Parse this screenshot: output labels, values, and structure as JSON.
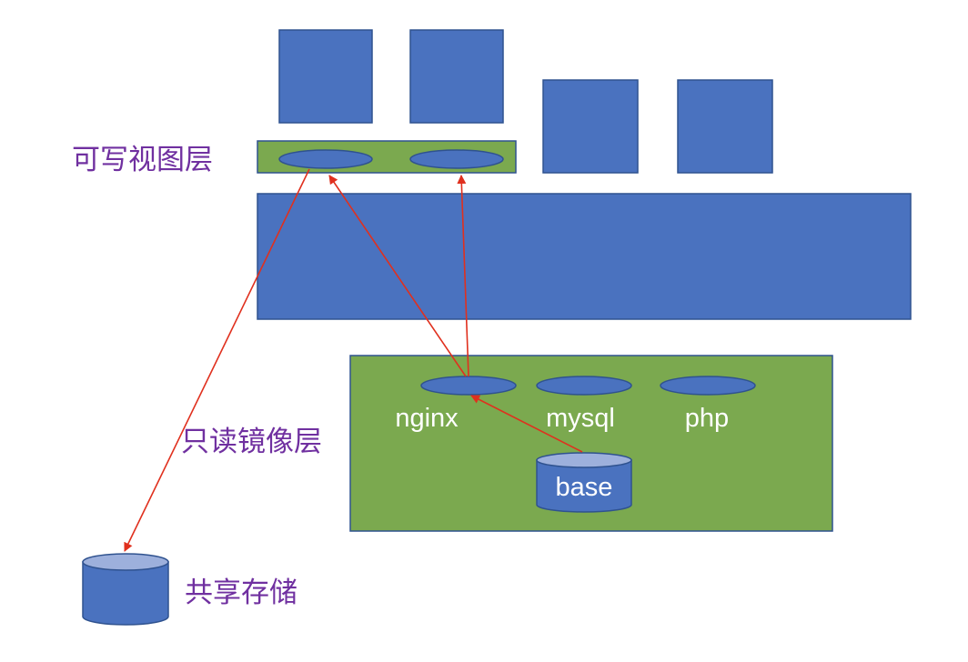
{
  "labels": {
    "writable_layer": "可写视图层",
    "readonly_layer": "只读镜像层",
    "shared_storage": "共享存储"
  },
  "images": {
    "nginx": "nginx",
    "mysql": "mysql",
    "php": "php",
    "base": "base"
  },
  "colors": {
    "container_blue": "#4a72bf",
    "layer_green": "#7ba94f",
    "arrow_red": "#e0301e",
    "label_purple": "#7030a0"
  }
}
